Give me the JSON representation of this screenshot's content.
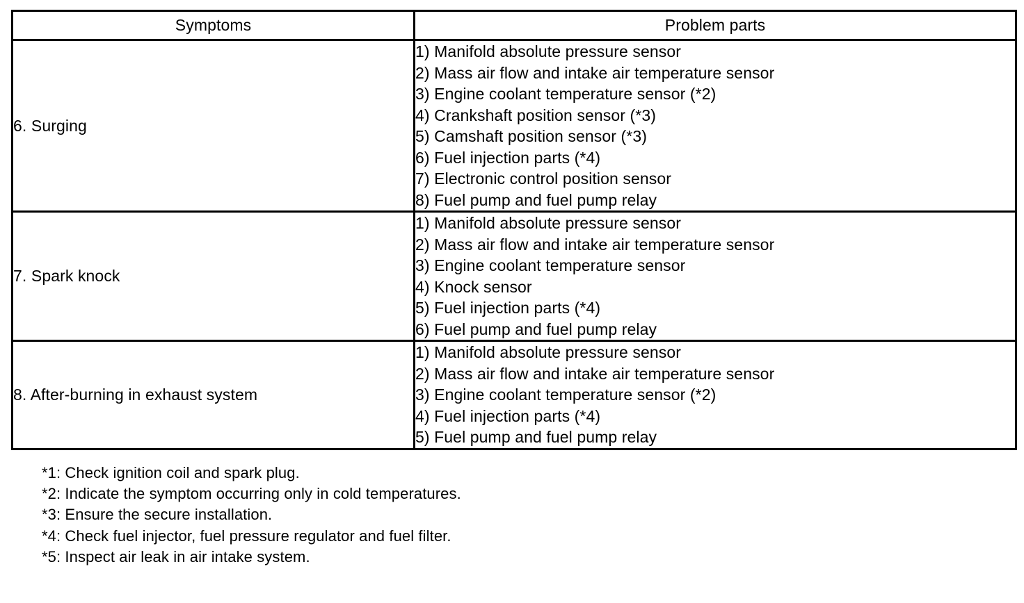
{
  "table": {
    "columns": [
      "Symptoms",
      "Problem parts"
    ],
    "rows": [
      {
        "symptom": "6. Surging",
        "parts": [
          "1) Manifold absolute pressure sensor",
          "2) Mass air flow and intake air temperature sensor",
          "3) Engine coolant temperature sensor (*2)",
          "4) Crankshaft position sensor (*3)",
          "5) Camshaft position sensor (*3)",
          "6) Fuel injection parts (*4)",
          "7) Electronic control position sensor",
          "8) Fuel pump and fuel pump relay"
        ]
      },
      {
        "symptom": "7. Spark knock",
        "parts": [
          "1) Manifold absolute pressure sensor",
          "2) Mass air flow and intake air temperature sensor",
          "3) Engine coolant temperature sensor",
          "4) Knock sensor",
          "5) Fuel injection parts (*4)",
          "6) Fuel pump and fuel pump relay"
        ]
      },
      {
        "symptom": "8. After-burning in exhaust system",
        "parts": [
          "1) Manifold absolute pressure sensor",
          "2) Mass air flow and intake air temperature sensor",
          "3) Engine coolant temperature sensor (*2)",
          "4) Fuel injection parts (*4)",
          "5) Fuel pump and fuel pump relay"
        ]
      }
    ]
  },
  "footnotes": [
    "*1: Check ignition coil and spark plug.",
    "*2: Indicate the symptom occurring only in cold temperatures.",
    "*3: Ensure the secure installation.",
    "*4: Check fuel injector, fuel pressure regulator and fuel filter.",
    "*5: Inspect air leak in air intake system."
  ],
  "colors": {
    "text": "#000000",
    "rule": "#000000",
    "background": "#ffffff"
  }
}
